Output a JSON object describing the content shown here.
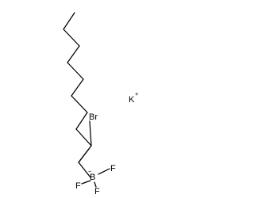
{
  "molecule": {
    "atoms": {
      "bromine": "Br",
      "boron": "B",
      "boron_charge": "−",
      "fluorine_right": "F",
      "fluorine_left": "F",
      "fluorine_lower": "F",
      "potassium": "K",
      "potassium_charge": "+"
    },
    "colors": {
      "bond": "#000000",
      "label": "#000000",
      "background": "#ffffff"
    }
  }
}
